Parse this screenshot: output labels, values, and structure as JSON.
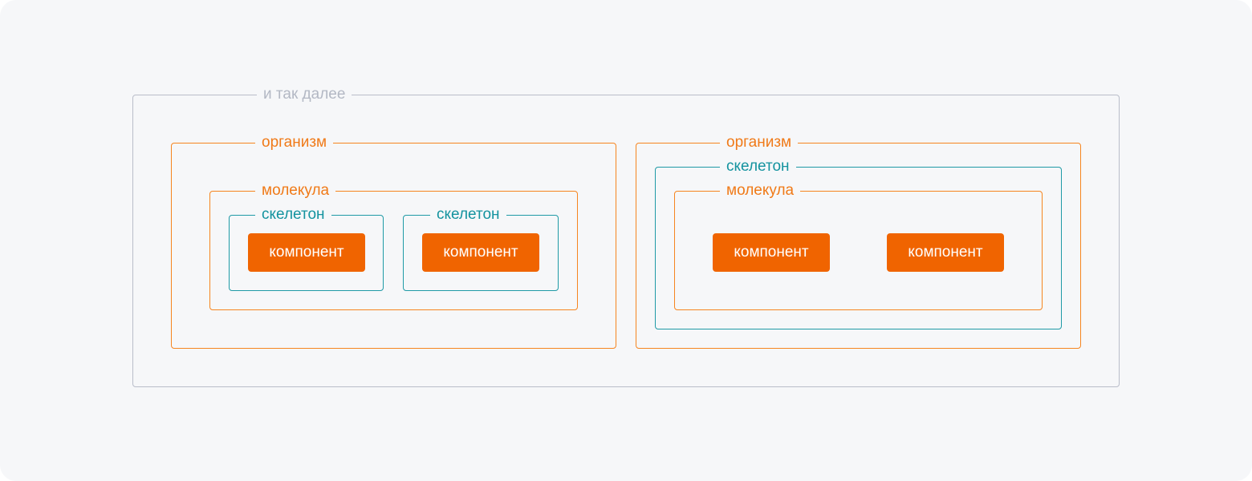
{
  "diagram": {
    "outer_label": "и так далее",
    "left": {
      "organism_label": "организм",
      "molecule_label": "молекула",
      "skeletons": [
        {
          "label": "скелетон",
          "component_label": "компонент"
        },
        {
          "label": "скелетон",
          "component_label": "компонент"
        }
      ]
    },
    "right": {
      "organism_label": "организм",
      "skeleton_label": "скелетон",
      "molecule_label": "молекула",
      "components": [
        "компонент",
        "компонент"
      ]
    }
  },
  "colors": {
    "background": "#f6f7f9",
    "outer_border": "#b9bdc9",
    "organism_molecule_border": "#f6851f",
    "skeleton_border": "#1f9aa6",
    "component_fill": "#f06400",
    "component_text": "#ffffff"
  }
}
